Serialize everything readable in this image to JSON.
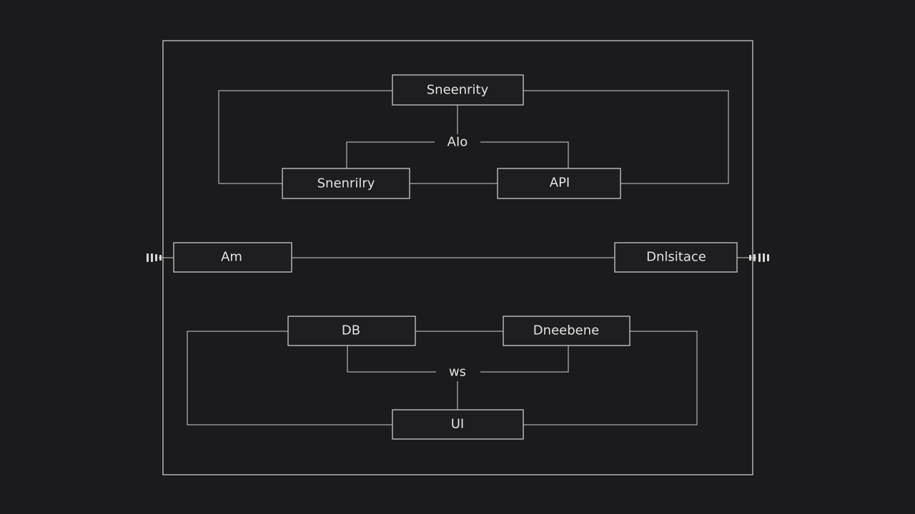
{
  "diagram": {
    "nodes": {
      "top_security": "Sneenrity",
      "left_security": "Snenrilry",
      "top_api": "API",
      "mid_left": "Am",
      "mid_right": "Dnlsitace",
      "db": "DB",
      "database": "Dneebene",
      "ui": "UI"
    },
    "junctions": {
      "top": "AIo",
      "bottom": "ws"
    }
  }
}
